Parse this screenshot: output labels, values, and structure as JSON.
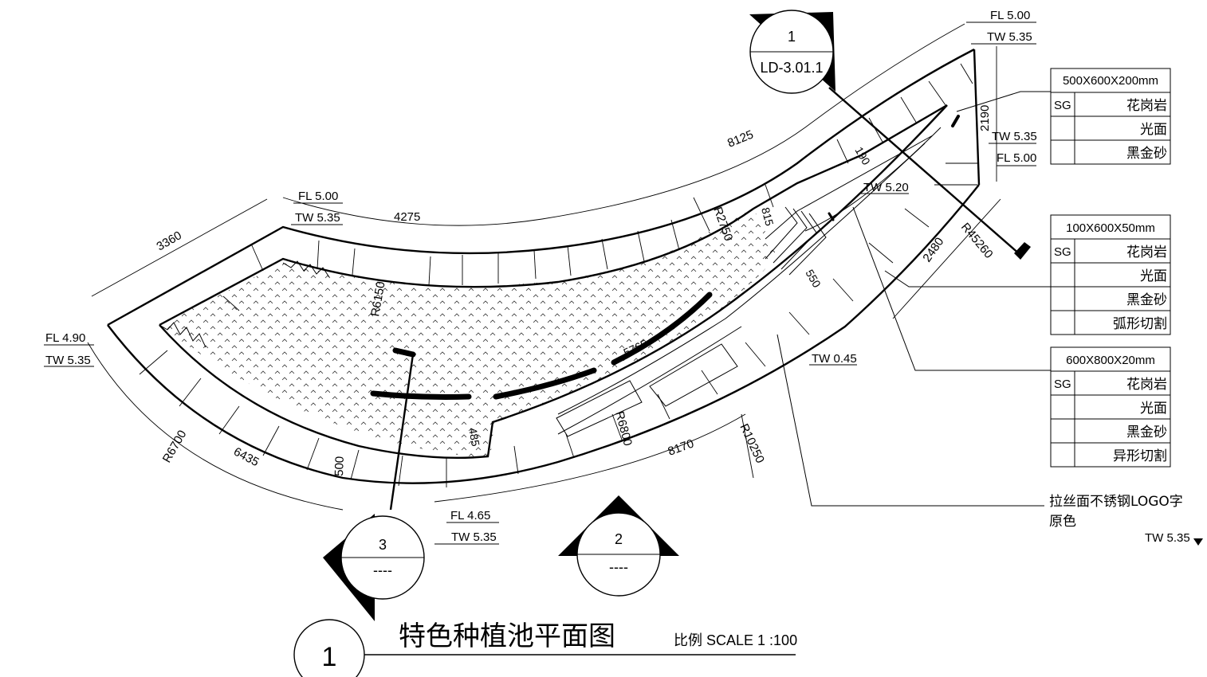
{
  "drawing": {
    "title": "特色种植池平面图",
    "title_number": "1",
    "scale": "比例 SCALE 1 :100"
  },
  "section_markers": [
    {
      "number": "1",
      "sheet": "LD-3.01.1"
    },
    {
      "number": "2",
      "sheet": "----"
    },
    {
      "number": "3",
      "sheet": "----"
    }
  ],
  "levels": {
    "fl_500_top": "FL 5.00",
    "tw_535_top": "TW 5.35",
    "fl_500_left": "FL 5.00",
    "tw_535_left": "TW 5.35",
    "fl_490": "FL 4.90",
    "tw_535_west": "TW 5.35",
    "fl_465": "FL 4.65",
    "tw_535_bottom": "TW 5.35",
    "tw_535_right": "TW 5.35",
    "fl_500_right": "FL 5.00",
    "tw_520": "TW 5.20",
    "tw_045": "TW 0.45",
    "tw_535_corner": "TW 5.35"
  },
  "dimensions": {
    "d3360": "3360",
    "d4275": "4275",
    "d8125": "8125",
    "d2190": "2190",
    "d190": "190",
    "d815": "815",
    "r2750": "R2750",
    "r6150": "R6150",
    "r45260": "R45260",
    "d2480": "2480",
    "d5765": "5765",
    "d550": "550",
    "r6700": "R6700",
    "d6435": "6435",
    "d500": "500",
    "d485": "485",
    "r6800": "R6800",
    "d8170": "8170",
    "r10250": "R10250"
  },
  "material_tables": [
    {
      "size": "500X600X200mm",
      "rows": [
        [
          "SG",
          "花岗岩"
        ],
        [
          "",
          "光面"
        ],
        [
          "",
          "黑金砂"
        ]
      ]
    },
    {
      "size": "100X600X50mm",
      "rows": [
        [
          "SG",
          "花岗岩"
        ],
        [
          "",
          "光面"
        ],
        [
          "",
          "黑金砂"
        ],
        [
          "",
          "弧形切割"
        ]
      ]
    },
    {
      "size": "600X800X20mm",
      "rows": [
        [
          "SG",
          "花岗岩"
        ],
        [
          "",
          "光面"
        ],
        [
          "",
          "黑金砂"
        ],
        [
          "",
          "异形切割"
        ]
      ]
    }
  ],
  "logo_note": {
    "line1": "拉丝面不锈钢LOGO字",
    "line2": "原色"
  }
}
